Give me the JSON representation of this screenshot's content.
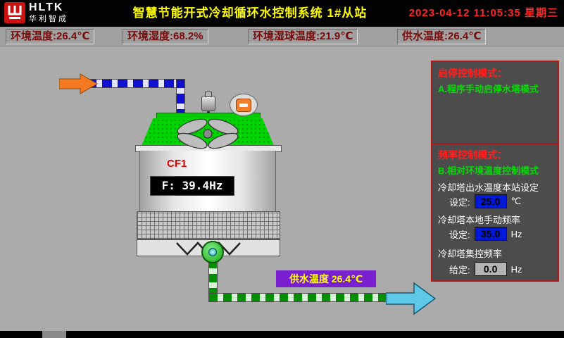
{
  "header": {
    "logo": {
      "abbr": "HLTK",
      "company": "华利智成"
    },
    "title": "智慧节能开式冷却循环水控制系统  1#从站",
    "datetime": "2023-04-12 11:05:35 星期三"
  },
  "env_bar": {
    "items": [
      {
        "label": "环境温度:",
        "value": "26.4℃"
      },
      {
        "label": "环境湿度:",
        "value": "68.2%"
      },
      {
        "label": "环境湿球温度:",
        "value": "21.9℃"
      },
      {
        "label": "供水温度:",
        "value": "26.4℃"
      }
    ]
  },
  "tower": {
    "name": "CF1",
    "frequency": "F: 39.4Hz",
    "supply_temp": "供水温度 26.4℃"
  },
  "panel": {
    "start_stop": {
      "title": "启停控制模式：",
      "mode": "A.程序手动启停水塔模式"
    },
    "freq": {
      "title": "频率控制模式：",
      "mode": "B.相对环境温度控制模式",
      "rows": [
        {
          "label": "冷却塔出水温度本站设定",
          "field": "设定:",
          "value": "25.0",
          "unit": "℃"
        },
        {
          "label": "冷却塔本地手动频率",
          "field": "设定:",
          "value": "35.0",
          "unit": "Hz"
        },
        {
          "label": "冷却塔集控频率",
          "field": "给定:",
          "value": "0.0",
          "unit": "Hz"
        }
      ]
    }
  },
  "colors": {
    "title_yellow": "#ffff00",
    "datetime_red": "#ff2626",
    "env_text_red": "#7a0a0a",
    "mode_green": "#00dd00",
    "alert_red": "#ff2020",
    "value_blue": "#0018d8",
    "supply_purple": "#7a1fd0",
    "pipe_blue": "#1010d0",
    "pipe_green": "#009000"
  }
}
